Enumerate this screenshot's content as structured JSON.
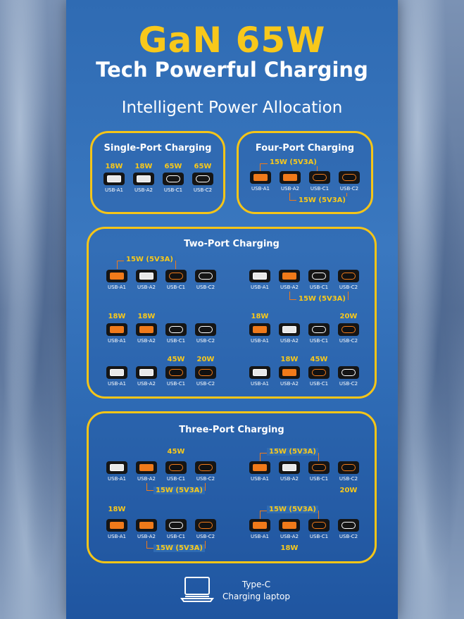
{
  "headline": "GaN 65W",
  "subtitle": "Tech Powerful Charging",
  "section_title": "Intelligent Power Allocation",
  "port_names": [
    "USB-A1",
    "USB-A2",
    "USB-C1",
    "USB-C2"
  ],
  "colors": {
    "accent_yellow": "#f8c81b",
    "active_orange": "#f07a1a",
    "panel_blue": "#2f6bb3"
  },
  "single": {
    "title": "Single-Port Charging",
    "watts": [
      "18W",
      "18W",
      "65W",
      "65W"
    ]
  },
  "four": {
    "title": "Four-Port Charging",
    "top_bracket": "15W (5V3A)",
    "bottom_bracket": "15W (5V3A)"
  },
  "two": {
    "title": "Two-Port Charging",
    "c1_bracket": "15W (5V3A)",
    "c2_bracket": "15W (5V3A)",
    "c3_w1": "18W",
    "c3_w2": "18W",
    "c4_w1": "18W",
    "c4_w2": "20W",
    "c5_w1": "45W",
    "c5_w2": "20W",
    "c6_w1": "18W",
    "c6_w2": "45W"
  },
  "three": {
    "title": "Three-Port Charging",
    "c1_watt": "45W",
    "c1_bracket": "15W (5V3A)",
    "c2_bracket": "15W (5V3A)",
    "c2_watt": "20W",
    "c3_watt": "18W",
    "c3_bracket": "15W (5V3A)",
    "c4_bracket": "15W (5V3A)",
    "c4_watt": "18W"
  },
  "laptop": {
    "line1": "Type-C",
    "line2": "Charging laptop"
  }
}
